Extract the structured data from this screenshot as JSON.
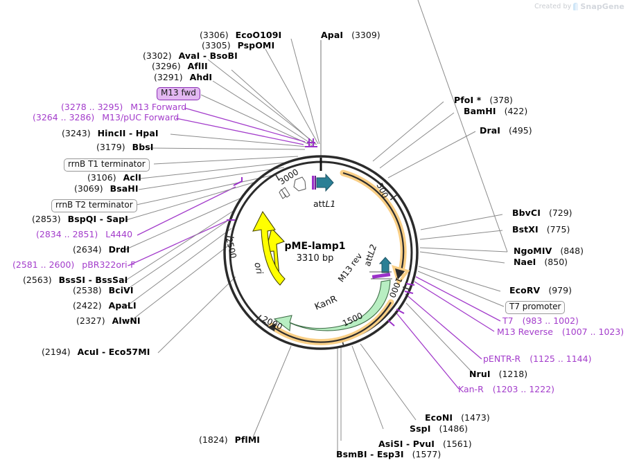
{
  "watermark": {
    "prefix": "Created by",
    "brand": "SnapGene",
    "logo_icon": "snapgene-logo-icon"
  },
  "plasmid": {
    "name": "pME-lamp1",
    "size": "3310 bp",
    "length_bp": 3310,
    "ticks": [
      "500",
      "1000",
      "1500",
      "2000",
      "2500",
      "3000"
    ],
    "features": [
      {
        "name": "attL1",
        "label": "attL1",
        "color": "#2b7f95"
      },
      {
        "name": "attL2",
        "label": "attL2",
        "color": "#2b7f95"
      },
      {
        "name": "ori",
        "label": "ori",
        "color": "#ffff00"
      },
      {
        "name": "KanR",
        "label": "KanR",
        "color": "#b8eec2"
      },
      {
        "name": "M13 rev",
        "label": "M13 rev",
        "color": "#9b30c9"
      }
    ]
  },
  "colors": {
    "purple": "#a33ccb",
    "black": "#000000",
    "leader_gray": "#8a8a8a",
    "ring": "#2b2b2b",
    "teal": "#2b7f95",
    "yellow": "#ffff00",
    "green": "#b8eec2",
    "orange_halo": "#f9cf86"
  },
  "labels_top": [
    {
      "pos": "(3306)",
      "enz": "EcoO109I"
    },
    {
      "pos": "(3305)",
      "enz": "PspOMI"
    },
    {
      "pos": "(3302)",
      "enz": "AvaI  -  BsoBI"
    },
    {
      "pos": "(3296)",
      "enz": "AflII"
    },
    {
      "pos": "(3291)",
      "enz": "AhdI"
    }
  ],
  "label_apai": {
    "enz": "ApaI",
    "pos": "(3309)"
  },
  "badge_m13fwd": {
    "text": "M13 fwd"
  },
  "labels_left": [
    {
      "pos": "(3278 .. 3295)",
      "nm": "M13 Forward",
      "purple": true
    },
    {
      "pos": "(3264 .. 3286)",
      "nm": "M13/pUC Forward",
      "purple": true
    },
    {
      "pos": "(3243)",
      "enz": "HincII  -  HpaI"
    },
    {
      "pos": "(3179)",
      "enz": "BbsI"
    }
  ],
  "badge_rrnb_t1": {
    "text": "rrnB T1 terminator"
  },
  "labels_left2": [
    {
      "pos": "(3106)",
      "enz": "AclI"
    },
    {
      "pos": "(3069)",
      "enz": "BsaHI"
    }
  ],
  "badge_rrnb_t2": {
    "text": "rrnB T2 terminator"
  },
  "labels_left3": [
    {
      "pos": "(2853)",
      "enz": "BspQI  -  SapI"
    },
    {
      "pos": "(2834 .. 2851)",
      "nm": "L4440",
      "purple": true
    },
    {
      "pos": "(2634)",
      "enz": "DrdI"
    },
    {
      "pos": "(2581 .. 2600)",
      "nm": "pBR322ori-F",
      "purple": true
    },
    {
      "pos": "(2563)",
      "enz": "BssSI  -  BssSaI"
    },
    {
      "pos": "(2538)",
      "enz": "BciVI"
    },
    {
      "pos": "(2422)",
      "enz": "ApaLI"
    },
    {
      "pos": "(2327)",
      "enz": "AlwNI"
    },
    {
      "pos": "(2194)",
      "enz": "AcuI  -  Eco57MI"
    },
    {
      "pos": "(1824)",
      "enz": "PflMI"
    }
  ],
  "labels_right": [
    {
      "enz": "PfoI *",
      "pos": "(378)"
    },
    {
      "enz": "BamHI",
      "pos": "(422)"
    },
    {
      "enz": "DraI",
      "pos": "(495)"
    },
    {
      "enz": "BbvCI",
      "pos": "(729)"
    },
    {
      "enz": "BstXI",
      "pos": "(775)"
    },
    {
      "enz": "NgoMIV",
      "pos": "(848)"
    },
    {
      "enz": "NaeI",
      "pos": "(850)"
    },
    {
      "enz": "EcoRV",
      "pos": "(979)"
    }
  ],
  "badge_t7_promoter": {
    "text": "T7 promoter"
  },
  "labels_right_purple": [
    {
      "nm": "T7",
      "pos": "(983 .. 1002)"
    },
    {
      "nm": "M13 Reverse",
      "pos": "(1007 .. 1023)"
    },
    {
      "nm": "pENTR-R",
      "pos": "(1125 .. 1144)"
    }
  ],
  "label_nrui": {
    "enz": "NruI",
    "pos": "(1218)"
  },
  "label_kanr_primer": {
    "nm": "Kan-R",
    "pos": "(1203 .. 1222)"
  },
  "labels_bottom": [
    {
      "enz": "EcoNI",
      "pos": "(1473)"
    },
    {
      "enz": "SspI",
      "pos": "(1486)"
    },
    {
      "enz": "AsiSI  -  PvuI",
      "pos": "(1561)"
    },
    {
      "enz": "BsmBI  -  Esp3I",
      "pos": "(1577)"
    }
  ]
}
